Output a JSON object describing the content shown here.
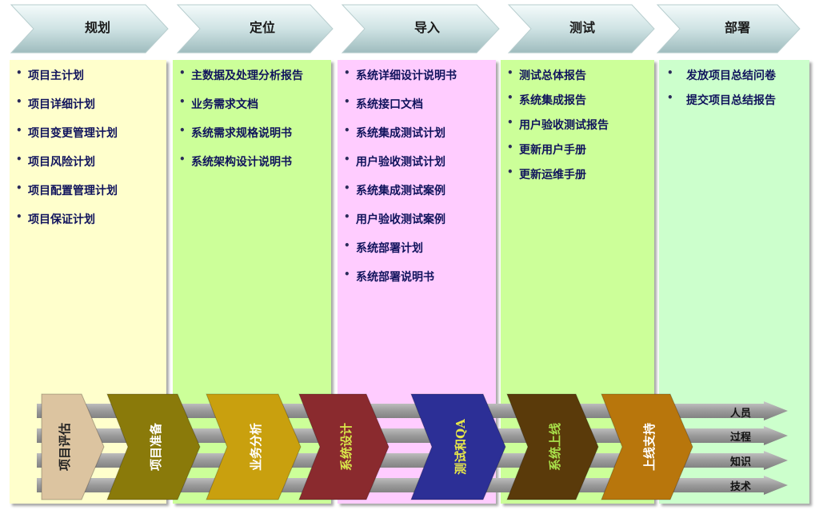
{
  "phases": [
    {
      "title": "规划",
      "items": [
        "项目主计划",
        "项目详细计划",
        "项目变更管理计划",
        "项目风险计划",
        "项目配置管理计划",
        "项目保证计划"
      ]
    },
    {
      "title": "定位",
      "items": [
        "主数据及处理分析报告",
        "业务需求文档",
        "系统需求规格说明书",
        "系统架构设计说明书"
      ]
    },
    {
      "title": "导入",
      "items": [
        "系统详细设计说明书",
        "系统接口文档",
        "系统集成测试计划",
        "用户验收测试计划",
        "系统集成测试案例",
        "用户验收测试案例",
        "系统部署计划",
        "系统部署说明书"
      ]
    },
    {
      "title": "测试",
      "items": [
        "测试总体报告",
        "系统集成报告",
        "用户验收测试报告",
        "更新用户手册",
        "更新运维手册"
      ]
    },
    {
      "title": "部署",
      "items": [
        "发放项目总结问卷",
        "提交项目总结报告"
      ]
    }
  ],
  "lanes": [
    "人员",
    "过程",
    "知识",
    "技术"
  ],
  "steps": [
    {
      "label": "项目评估",
      "color": "#dcc4a0",
      "text_color": "#222222"
    },
    {
      "label": "项目准备",
      "color": "#8a7a0a",
      "text_color": "#ffffff"
    },
    {
      "label": "业务分析",
      "color": "#c9a00e",
      "text_color": "#ffffff"
    },
    {
      "label": "系统设计",
      "color": "#8a2a2e",
      "text_color": "#d8e64a"
    },
    {
      "label": "测试和QA",
      "color": "#2c2f96",
      "text_color": "#e6e64a"
    },
    {
      "label": "系统上线",
      "color": "#5a3a0a",
      "text_color": "#a8e04a"
    },
    {
      "label": "上线支持",
      "color": "#b8760c",
      "text_color": "#ffffff"
    }
  ],
  "column_colors": [
    "#ffffcc",
    "#ccff99",
    "#ffccff",
    "#ccff99",
    "#ccffcc"
  ]
}
